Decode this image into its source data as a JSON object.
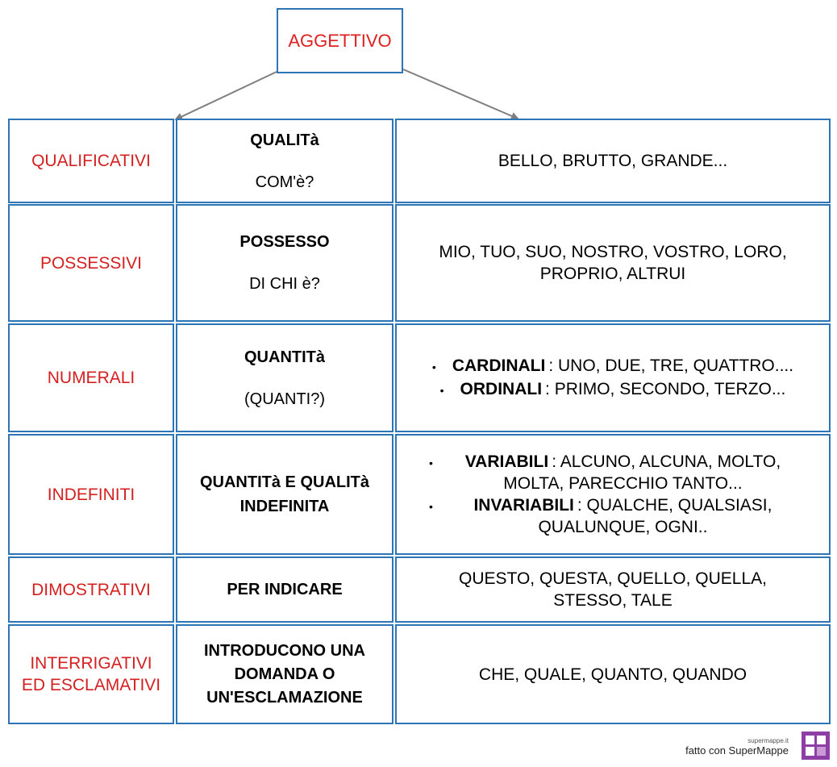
{
  "root": "AGGETTIVO",
  "rows": [
    {
      "cat": "QUALIFICATIVI",
      "desc_bold": "QUALITà",
      "desc_plain": "COM'è?",
      "examples": "BELLO, BRUTTO, GRANDE..."
    },
    {
      "cat": "POSSESSIVI",
      "desc_bold": "POSSESSO",
      "desc_plain": "DI CHI è?",
      "examples": "MIO, TUO, SUO, NOSTRO, VOSTRO, LORO, PROPRIO, ALTRUI"
    },
    {
      "cat": "NUMERALI",
      "desc_bold": "QUANTITà",
      "desc_plain": "(QUANTI?)",
      "bullets": [
        {
          "bold": "CARDINALI",
          "text": ": UNO, DUE, TRE, QUATTRO...."
        },
        {
          "bold": "ORDINALI",
          "text": ": PRIMO, SECONDO, TERZO..."
        }
      ]
    },
    {
      "cat": "INDEFINITI",
      "desc_bold": "QUANTITà E QUALITà INDEFINITA",
      "bullets": [
        {
          "bold": "VARIABILI",
          "text": ": ALCUNO, ALCUNA, MOLTO, MOLTA, PARECCHIO TANTO..."
        },
        {
          "bold": "INVARIABILI",
          "text": ": QUALCHE, QUALSIASI, QUALUNQUE, OGNI.."
        }
      ]
    },
    {
      "cat": "DIMOSTRATIVI",
      "desc_bold": "PER INDICARE",
      "examples": "QUESTO, QUESTA, QUELLO, QUELLA, STESSO, TALE"
    },
    {
      "cat": "INTERRIGATIVI ED ESCLAMATIVI",
      "desc_bold": "INTRODUCONO UNA DOMANDA O UN'ESCLAMAZIONE",
      "examples": "CHE, QUALE, QUANTO, QUANDO"
    }
  ],
  "footer": {
    "site": "supermappe.it",
    "made_with": "fatto con SuperMappe"
  },
  "colors": {
    "border": "#2e75b6",
    "category_text": "#d42020",
    "arrow": "#7f7f7f",
    "logo": "#8e3fa6"
  }
}
